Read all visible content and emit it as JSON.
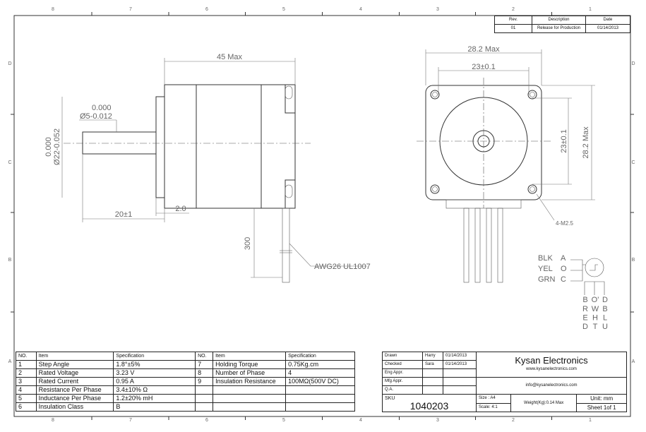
{
  "zones": {
    "cols": [
      "8",
      "7",
      "6",
      "5",
      "4",
      "3",
      "2",
      "1"
    ],
    "rows": [
      "D",
      "C",
      "B",
      "A"
    ]
  },
  "revision": {
    "headers": [
      "Rev.",
      "Description",
      "Date"
    ],
    "row": [
      "01",
      "Release for Production",
      "01/14/2013"
    ]
  },
  "side_view": {
    "length": "45 Max",
    "shaft_tol_top": "0.000",
    "shaft_dia": "Ø5-0.012",
    "boss_tol": "0.000",
    "boss_dia": "Ø22-0.052",
    "shaft_len": "20±1",
    "boss_len": "2.0",
    "lead_len": "300",
    "wire": "AWG26 UL1007"
  },
  "front_view": {
    "width": "28.2 Max",
    "hole_pitch": "23±0.1",
    "hole_pitch_v": "23±0.1",
    "height": "28.2 Max",
    "holes": "4-M2.5"
  },
  "wiring": {
    "left": [
      {
        "color": "BLK",
        "pin": "A"
      },
      {
        "color": "YEL",
        "pin": "O"
      },
      {
        "color": "GRN",
        "pin": "C"
      }
    ],
    "bottom": [
      {
        "pin": "B",
        "color": [
          "R",
          "E",
          "D"
        ]
      },
      {
        "pin": "O'",
        "color": [
          "W",
          "H",
          "T"
        ]
      },
      {
        "pin": "D",
        "color": [
          "B",
          "L",
          "U"
        ]
      }
    ]
  },
  "specs": {
    "headers": [
      "NO.",
      "Item",
      "Specification"
    ],
    "left": [
      [
        "1",
        "Step Angle",
        "1.8°±5%"
      ],
      [
        "2",
        "Rated Voltage",
        "3.23 V"
      ],
      [
        "3",
        "Rated Current",
        "0.95 A"
      ],
      [
        "4",
        "Resistance Per Phase",
        "3.4±10% Ω"
      ],
      [
        "5",
        "Inductance Per Phase",
        "1.2±20% mH"
      ],
      [
        "6",
        "Insulation Class",
        "B"
      ]
    ],
    "right": [
      [
        "7",
        "Holding Torque",
        "0.75Kg.cm"
      ],
      [
        "8",
        "Number of Phase",
        "4"
      ],
      [
        "9",
        "Insulation Resistance",
        "100MΩ(500V DC)"
      ]
    ]
  },
  "title_block": {
    "approvals": [
      [
        "Drawn",
        "Harry",
        "01/14/2013"
      ],
      [
        "Checked",
        "Sara",
        "01/14/2013"
      ],
      [
        "Eng Appr.",
        "",
        ""
      ],
      [
        "Mfg Appr.",
        "",
        ""
      ],
      [
        "Q.A.",
        "",
        ""
      ]
    ],
    "company": "Kysan Electronics",
    "website": "www.kysanelectronics.com",
    "email": "info@kysanelectronics.com",
    "sku_label": "SKU",
    "sku": "1040203",
    "size": "Size : A4",
    "scale": "Scale: 4:1",
    "weight": "Weight(Kg):0.14 Max",
    "unit": "Unit: mm",
    "sheet": "Sheet 1of 1"
  }
}
